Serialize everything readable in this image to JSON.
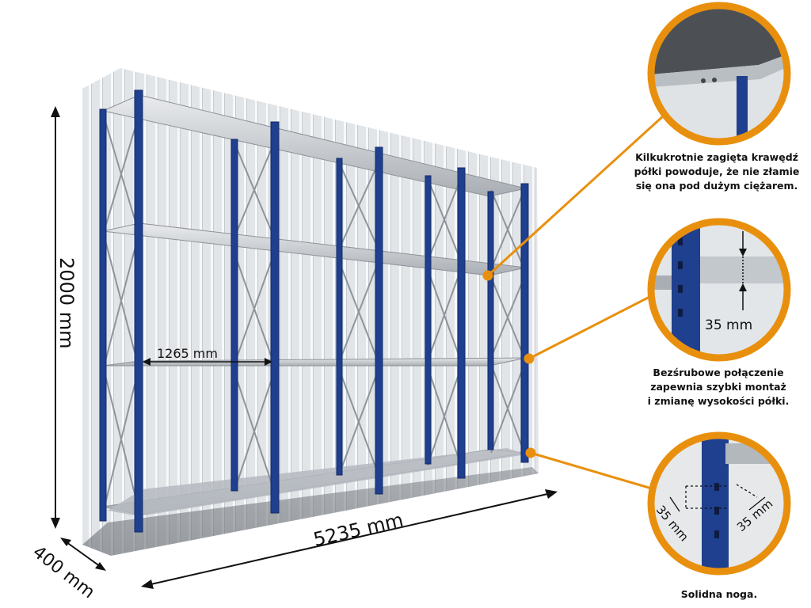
{
  "dimensions": {
    "height": "2000 mm",
    "length": "5235 mm",
    "depth": "400 mm",
    "bay_width": "1265 mm"
  },
  "callouts": [
    {
      "id": "shelf-edge",
      "lines": [
        "Kilkukrotnie zagięta krawędź",
        "półki powoduje, że nie złamie",
        "się ona pod dużym ciężarem."
      ]
    },
    {
      "id": "connection",
      "lines": [
        "Bezśrubowe połączenie",
        "zapewnia szybki montaż",
        "i zmianę wysokości półki."
      ],
      "measure": "35 mm"
    },
    {
      "id": "leg",
      "lines": [
        "Solidna noga."
      ],
      "measure_left": "35 mm",
      "measure_right": "35 mm"
    }
  ],
  "colors": {
    "accent": "#e8900e",
    "upright": "#1f3f8f",
    "shelf": "#c8ccd0",
    "wall": "#e4e7ea"
  }
}
